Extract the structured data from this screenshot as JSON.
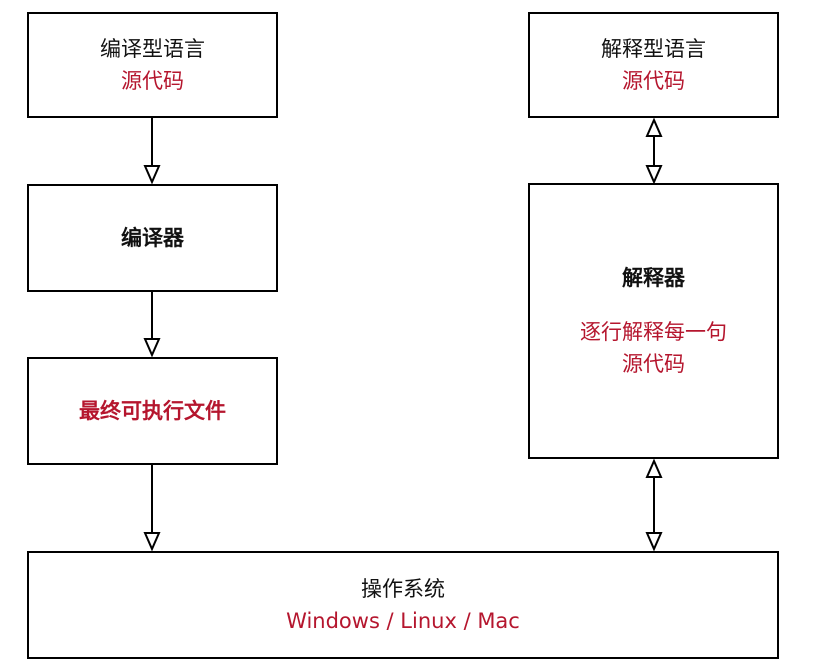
{
  "compiled_box": {
    "title": "编译型语言",
    "subtitle": "源代码"
  },
  "interpreted_box": {
    "title": "解释型语言",
    "subtitle": "源代码"
  },
  "compiler_box": {
    "title": "编译器"
  },
  "executable_box": {
    "title": "最终可执行文件"
  },
  "interpreter_box": {
    "title": "解释器",
    "desc_line1": "逐行解释每一句",
    "desc_line2": "源代码"
  },
  "os_box": {
    "title": "操作系统",
    "platforms": "Windows / Linux / Mac"
  },
  "colors": {
    "accent_red": "#b5162e",
    "border": "#000000",
    "text": "#111111"
  }
}
